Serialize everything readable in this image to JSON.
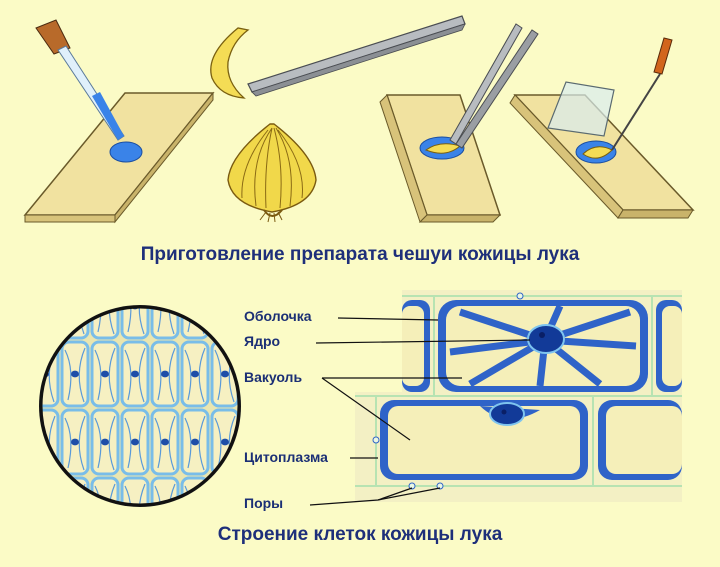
{
  "titles": {
    "preparation": "Приготовление препарата чешуи кожицы лука",
    "structure": "Строение клеток кожицы лука"
  },
  "labels": {
    "membrane": "Оболочка",
    "nucleus": "Ядро",
    "vacuole": "Вакуоль",
    "cytoplasm": "Цитоплазма",
    "pores": "Поры"
  },
  "colors": {
    "background": "#fbfbc6",
    "title_text": "#1e2f7a",
    "slide": "#f1e2a0",
    "stain": "#3a83e8",
    "cell_wall": "#7ec4ef",
    "cytoplasm": "#2f63c8",
    "vacuole": "#f5efb9",
    "nucleus": "#123a98",
    "onion": "#f1d84a"
  },
  "icons": [
    "pipette-icon",
    "tweezers-icon",
    "needle-icon",
    "onion-bulb-icon",
    "onion-scale-icon",
    "cover-glass-icon",
    "microscope-view-icon"
  ]
}
